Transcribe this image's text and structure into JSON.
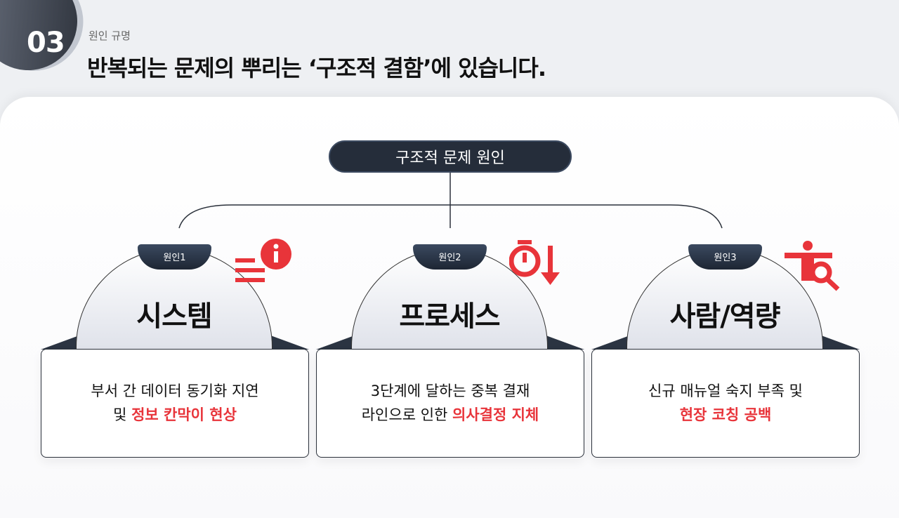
{
  "header": {
    "section_number": "03",
    "subtitle": "원인 규명",
    "title": "반복되는 문제의 뿌리는 ‘구조적 결함’에 있습니다."
  },
  "root": {
    "label": "구조적 문제 원인"
  },
  "colors": {
    "accent": "#e8343a",
    "dark": "#252d3a"
  },
  "causes": [
    {
      "tab": "원인1",
      "title": "시스템",
      "icon": "info-lines-icon",
      "line1": "부서 간 데이터 동기화 지연",
      "line2_prefix": "및 ",
      "line2_highlight": "정보 칸막이 현상"
    },
    {
      "tab": "원인2",
      "title": "프로세스",
      "icon": "stopwatch-down-icon",
      "line1": "3단계에 달하는 중복 결재",
      "line2_prefix": "라인으로 인한 ",
      "line2_highlight": "의사결정 지체"
    },
    {
      "tab": "원인3",
      "title": "사람/역량",
      "icon": "person-search-icon",
      "line1": "신규 매뉴얼 숙지 부족 및",
      "line2_prefix": "",
      "line2_highlight": "현장 코칭 공백"
    }
  ]
}
